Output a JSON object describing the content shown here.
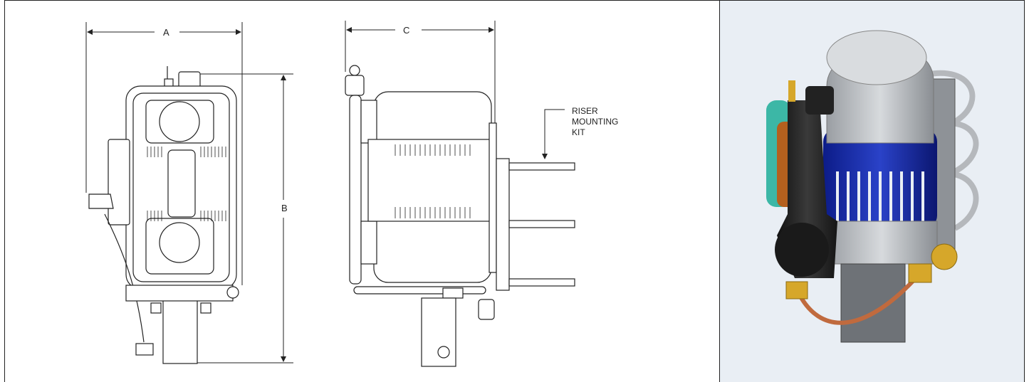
{
  "dimensions": {
    "a_label": "A",
    "b_label": "B",
    "c_label": "C"
  },
  "callout": {
    "text": "RISER\nMOUNTING\nKIT"
  }
}
